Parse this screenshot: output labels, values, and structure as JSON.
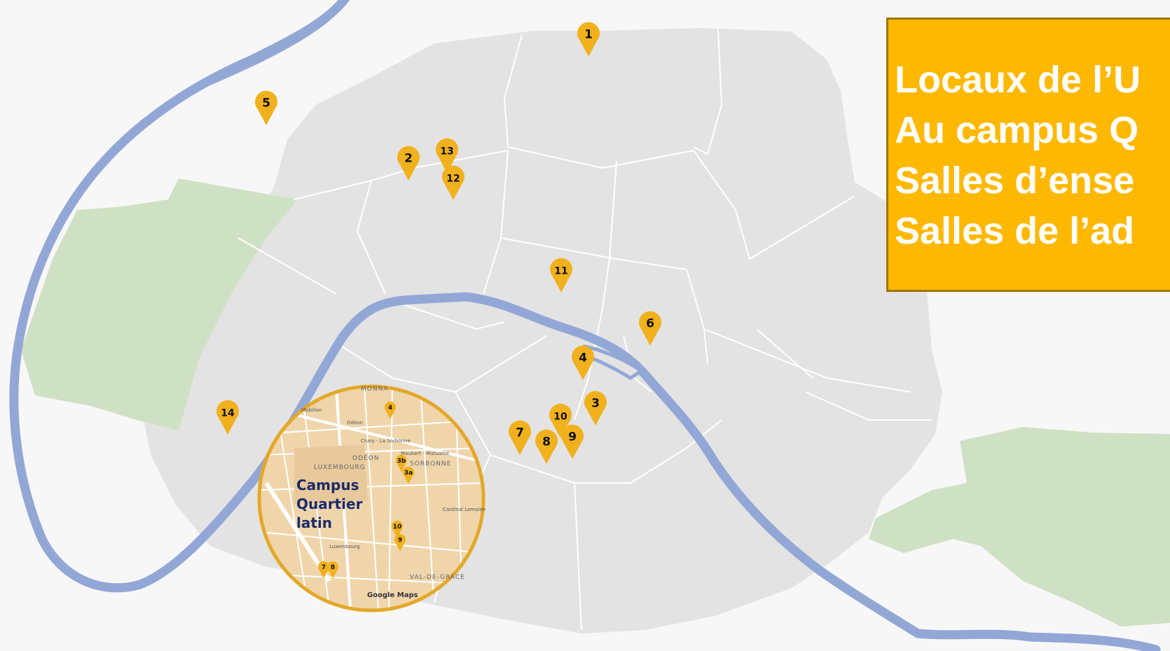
{
  "legend": {
    "lines": [
      "Locaux de l’U",
      "Au campus Q",
      "Salles d’ense",
      "Salles de l’ad"
    ]
  },
  "colors": {
    "land": "#e3e3e3",
    "background": "#f7f7f7",
    "park": "#cfe1c5",
    "river": "#93a7d6",
    "pin": "#f1b11d",
    "legend_bg": "#ffb800"
  },
  "pins": [
    {
      "label": "1"
    },
    {
      "label": "2"
    },
    {
      "label": "3"
    },
    {
      "label": "4"
    },
    {
      "label": "5"
    },
    {
      "label": "6"
    },
    {
      "label": "7"
    },
    {
      "label": "8"
    },
    {
      "label": "9"
    },
    {
      "label": "10"
    },
    {
      "label": "11"
    },
    {
      "label": "12"
    },
    {
      "label": "13"
    },
    {
      "label": "14"
    }
  ],
  "inset": {
    "title_lines": [
      "Campus",
      "Quartier",
      "latin"
    ],
    "credit": "Google Maps",
    "districts": [
      "ODÉON",
      "LUXEMBOURG",
      "SORBONNE",
      "VAL-DE-GRÂCE",
      "MONNA"
    ],
    "streets": [
      "Mabillon",
      "Odéon",
      "Cluny - La Sorbonne",
      "Maubert - Mutualité",
      "Luxembourg",
      "Cardinal Lemoine"
    ],
    "pins": [
      {
        "label": "4"
      },
      {
        "label": "3b"
      },
      {
        "label": "3a"
      },
      {
        "label": "10"
      },
      {
        "label": "9"
      },
      {
        "label": "7"
      },
      {
        "label": "8"
      }
    ]
  }
}
